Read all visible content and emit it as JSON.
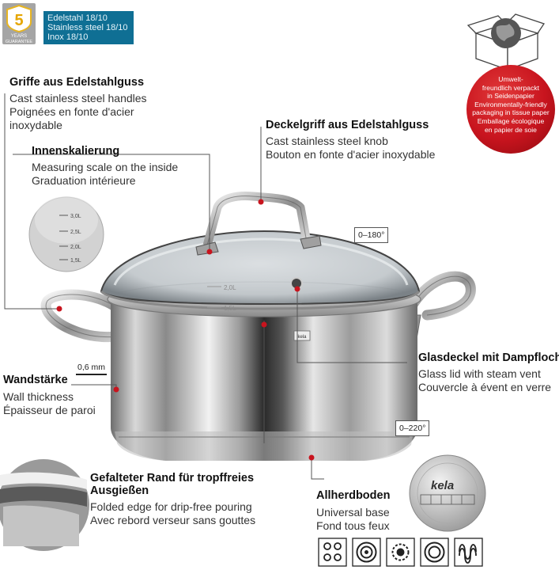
{
  "guarantee": {
    "number": "5",
    "line1": "YEARS",
    "line2": "GUARANTEE"
  },
  "material": {
    "line1": "Edelstahl 18/10",
    "line2": "Stainless steel 18/10",
    "line3": "Inox 18/10"
  },
  "eco": {
    "lines": [
      "Umwelt-",
      "freundlich verpackt",
      "in Seidenpapier",
      "Environmentally-friendly",
      "packaging in tissue paper",
      "Emballage écologique",
      "en papier de soie"
    ]
  },
  "features": {
    "handles": {
      "title": "Griffe aus Edelstahlguss",
      "line1": "Cast stainless steel handles",
      "line2": "Poignées en fonte d'acier",
      "line3": "inoxydable"
    },
    "scale": {
      "title": "Innenskalierung",
      "line1": "Measuring scale on the inside",
      "line2": "Graduation intérieure",
      "ticks": [
        "3,0L",
        "2,5L",
        "2,0L",
        "1,5L"
      ]
    },
    "knob": {
      "title": "Deckelgriff aus Edelstahlguss",
      "line1": "Cast stainless steel knob",
      "line2": "Bouton en fonte d'acier inoxydable"
    },
    "lid": {
      "title": "Glasdeckel mit Dampfloch",
      "line1": "Glass lid with steam vent",
      "line2": "Couvercle à évent en verre"
    },
    "wall": {
      "title": "Wandstärke",
      "line1": "Wall thickness",
      "line2": "Épaisseur de paroi",
      "value": "0,6 mm"
    },
    "rim": {
      "title1": "Gefalteter Rand für tropffreies",
      "title2": "Ausgießen",
      "line1": "Folded edge for drip-free pouring",
      "line2": "Avec rebord verseur sans gouttes"
    },
    "base": {
      "title": "Allherdboden",
      "line1": "Universal base",
      "line2": "Fond tous feux",
      "logo": "kela"
    }
  },
  "oven": {
    "lid_range": "0–180°",
    "pot_range": "0–220°"
  },
  "pot": {
    "brand": "kela",
    "lid_marks": [
      "2,0L",
      "1,5L"
    ]
  },
  "stove_icons": [
    "gas-stove-icon",
    "electric-stove-icon",
    "ceramic-stove-icon",
    "halogen-stove-icon",
    "induction-stove-icon"
  ],
  "colors": {
    "accent_red": "#c8141e",
    "badge_blue": "#0f6f94",
    "badge_grey": "#a5a5a5"
  }
}
